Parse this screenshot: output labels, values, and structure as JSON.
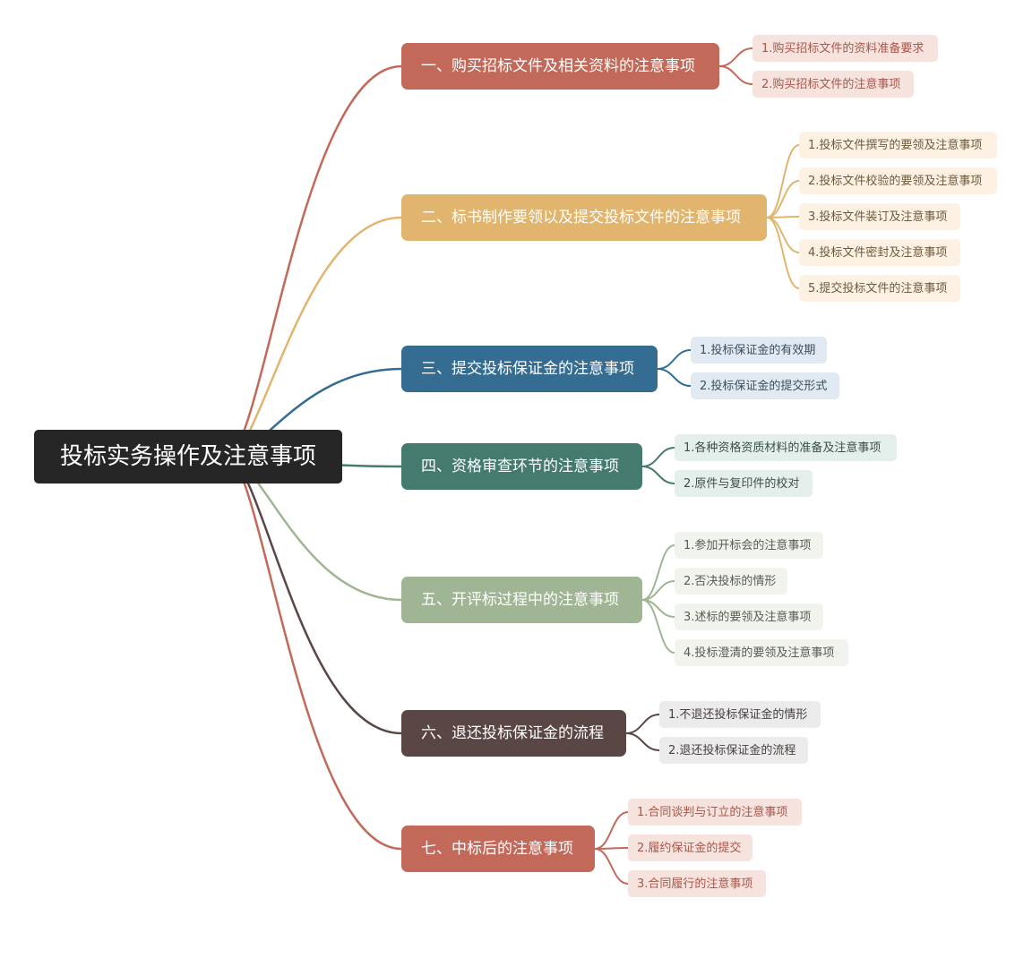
{
  "root": {
    "label": "投标实务操作及注意事项",
    "color": "#262626"
  },
  "branches": [
    {
      "label": "一、购买招标文件及相关资料的注意事项",
      "color": "#c3695a",
      "leaf_bg": "#f6e3de",
      "leaf_text": "#a8574a",
      "children": [
        "1.购买招标文件的资料准备要求",
        "2.购买招标文件的注意事项"
      ]
    },
    {
      "label": "二、标书制作要领以及提交投标文件的注意事项",
      "color": "#e2b56f",
      "leaf_bg": "#fcf1e3",
      "leaf_text": "#6e5a3c",
      "children": [
        "1.投标文件撰写的要领及注意事项",
        "2.投标文件校验的要领及注意事项",
        "3.投标文件装订及注意事项",
        "4.投标文件密封及注意事项",
        "5.提交投标文件的注意事项"
      ]
    },
    {
      "label": "三、提交投标保证金的注意事项",
      "color": "#356d92",
      "leaf_bg": "#e1eaf2",
      "leaf_text": "#3b4e5c",
      "children": [
        "1.投标保证金的有效期",
        "2.投标保证金的提交形式"
      ]
    },
    {
      "label": "四、资格审查环节的注意事项",
      "color": "#457a6e",
      "leaf_bg": "#e4efeb",
      "leaf_text": "#3d4f4a",
      "children": [
        "1.各种资格资质材料的准备及注意事项",
        "2.原件与复印件的校对"
      ]
    },
    {
      "label": "五、开评标过程中的注意事项",
      "color": "#9fb593",
      "leaf_bg": "#f1f4ee",
      "leaf_text": "#555e50",
      "children": [
        "1.参加开标会的注意事项",
        "2.否决投标的情形",
        "3.述标的要领及注意事项",
        "4.投标澄清的要领及注意事项"
      ]
    },
    {
      "label": "六、退还投标保证金的流程",
      "color": "#5b4646",
      "leaf_bg": "#ebebeb",
      "leaf_text": "#4a4040",
      "children": [
        "1.不退还投标保证金的情形",
        "2.退还投标保证金的流程"
      ]
    },
    {
      "label": "七、中标后的注意事项",
      "color": "#c3695a",
      "leaf_bg": "#f6e3de",
      "leaf_text": "#a8574a",
      "children": [
        "1.合同谈判与订立的注意事项",
        "2.履约保证金的提交",
        "3.合同履行的注意事项"
      ]
    }
  ]
}
